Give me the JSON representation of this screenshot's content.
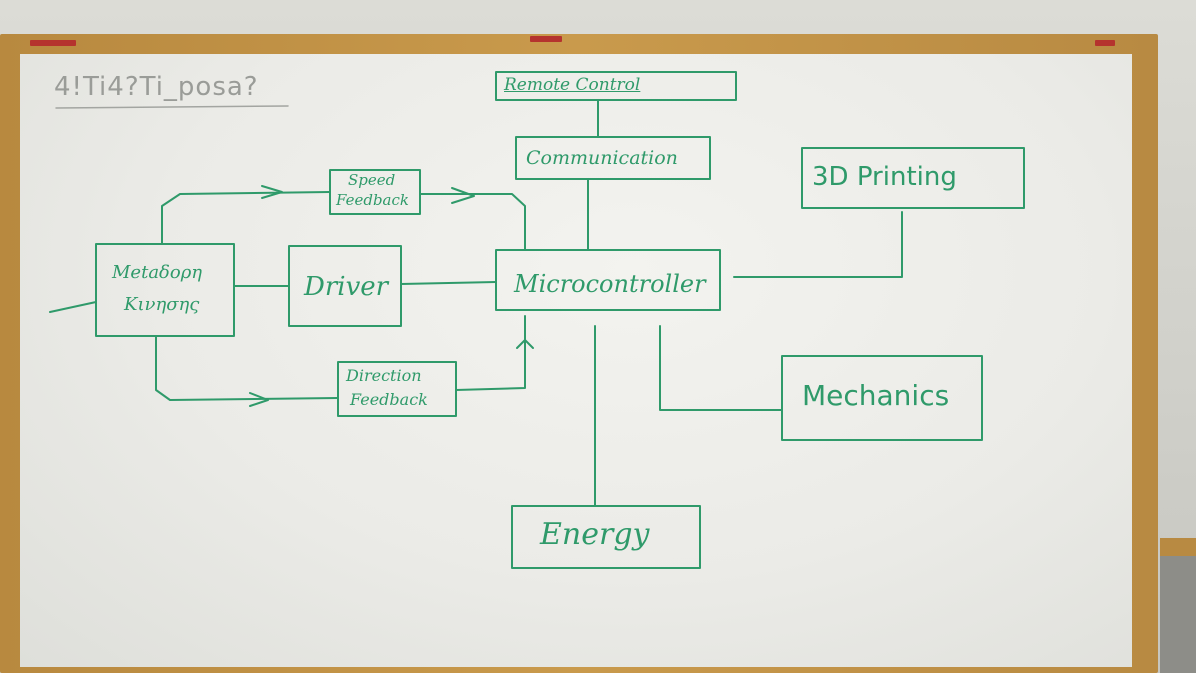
{
  "scene": {
    "description_colors": {
      "ink": "#2f9a6a",
      "frame": "#c29347",
      "board": "#efefeb"
    }
  },
  "corner_note": "4!Ti4?Ti_posa?",
  "blocks": {
    "remote_control": "Remote   Control",
    "communication": "Communication",
    "printing_3d": "3D Printing",
    "speed_feedback_l1": "Speed",
    "speed_feedback_l2": "Feedback",
    "motor_l1": "Metaδορη",
    "motor_l2": "Κινησης",
    "driver": "Driver",
    "microcontroller": "Microcontroller",
    "direction_feedback_l1": "Direction",
    "direction_feedback_l2": "Feedback",
    "mechanics": "Mechanics",
    "energy": "Energy"
  }
}
